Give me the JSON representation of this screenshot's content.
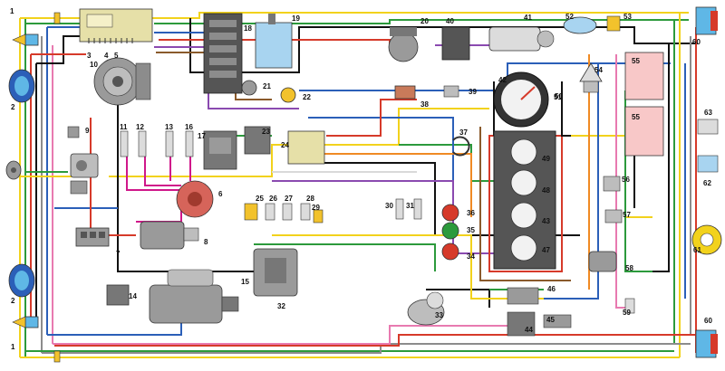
{
  "colors": {
    "background": "#ffffff",
    "yellow": "#f2d21c",
    "red": "#d63a2a",
    "green": "#2c9a3c",
    "blue": "#2b5fb8",
    "black": "#111111",
    "gray": "#8c8c8c",
    "pink": "#e87ab0",
    "brown": "#8a5a2b",
    "violet": "#8a4ab0",
    "orange": "#f08a24",
    "white_wire": "#d9d9d9",
    "magenta_ignition": "#d0178a",
    "component_gray": "#9a9a9a",
    "dark_panel": "#555555",
    "relay_pink": "#f8c8c8",
    "cyan_lamp": "#5fb7e6",
    "bulb_yellow": "#f2c22c"
  },
  "labels": [
    {
      "id": "l1a",
      "text": "1"
    },
    {
      "id": "l2a",
      "text": "2"
    },
    {
      "id": "l2b",
      "text": "2"
    },
    {
      "id": "l1b",
      "text": "1"
    },
    {
      "id": "l3",
      "text": "3"
    },
    {
      "id": "l4",
      "text": "4"
    },
    {
      "id": "l5",
      "text": "5"
    },
    {
      "id": "l6",
      "text": "6"
    },
    {
      "id": "l7",
      "text": "7"
    },
    {
      "id": "l8",
      "text": "8"
    },
    {
      "id": "l9",
      "text": "9"
    },
    {
      "id": "l10",
      "text": "10"
    },
    {
      "id": "l11",
      "text": "11"
    },
    {
      "id": "l12",
      "text": "12"
    },
    {
      "id": "l13",
      "text": "13"
    },
    {
      "id": "l14",
      "text": "14"
    },
    {
      "id": "l15",
      "text": "15"
    },
    {
      "id": "l16",
      "text": "16"
    },
    {
      "id": "l17",
      "text": "17"
    },
    {
      "id": "l18",
      "text": "18"
    },
    {
      "id": "l19",
      "text": "19"
    },
    {
      "id": "l20",
      "text": "20"
    },
    {
      "id": "l21",
      "text": "21"
    },
    {
      "id": "l22",
      "text": "22"
    },
    {
      "id": "l23",
      "text": "23"
    },
    {
      "id": "l24",
      "text": "24"
    },
    {
      "id": "l25",
      "text": "25"
    },
    {
      "id": "l26",
      "text": "26"
    },
    {
      "id": "l27",
      "text": "27"
    },
    {
      "id": "l28",
      "text": "28"
    },
    {
      "id": "l29",
      "text": "29"
    },
    {
      "id": "l30",
      "text": "30"
    },
    {
      "id": "l31",
      "text": "31"
    },
    {
      "id": "l32",
      "text": "32"
    },
    {
      "id": "l33",
      "text": "33"
    },
    {
      "id": "l34",
      "text": "34"
    },
    {
      "id": "l35",
      "text": "35"
    },
    {
      "id": "l36",
      "text": "36"
    },
    {
      "id": "l37",
      "text": "37"
    },
    {
      "id": "l38",
      "text": "38"
    },
    {
      "id": "l39",
      "text": "39"
    },
    {
      "id": "l40",
      "text": "40"
    },
    {
      "id": "l41",
      "text": "41"
    },
    {
      "id": "l42",
      "text": "42"
    },
    {
      "id": "l43",
      "text": "43"
    },
    {
      "id": "l44",
      "text": "44"
    },
    {
      "id": "l45",
      "text": "45"
    },
    {
      "id": "l46",
      "text": "46"
    },
    {
      "id": "l47",
      "text": "47"
    },
    {
      "id": "l48",
      "text": "48"
    },
    {
      "id": "l49",
      "text": "49"
    },
    {
      "id": "l50",
      "text": "50"
    },
    {
      "id": "l51",
      "text": "51"
    },
    {
      "id": "l52",
      "text": "52"
    },
    {
      "id": "l53",
      "text": "53"
    },
    {
      "id": "l54",
      "text": "54"
    },
    {
      "id": "l55a",
      "text": "55"
    },
    {
      "id": "l55b",
      "text": "55"
    },
    {
      "id": "l56",
      "text": "56"
    },
    {
      "id": "l57",
      "text": "57"
    },
    {
      "id": "l58",
      "text": "58"
    },
    {
      "id": "l59",
      "text": "59"
    },
    {
      "id": "l60a",
      "text": "60"
    },
    {
      "id": "l60b",
      "text": "60"
    },
    {
      "id": "l61",
      "text": "61"
    },
    {
      "id": "l62",
      "text": "62"
    },
    {
      "id": "l63",
      "text": "63"
    }
  ]
}
